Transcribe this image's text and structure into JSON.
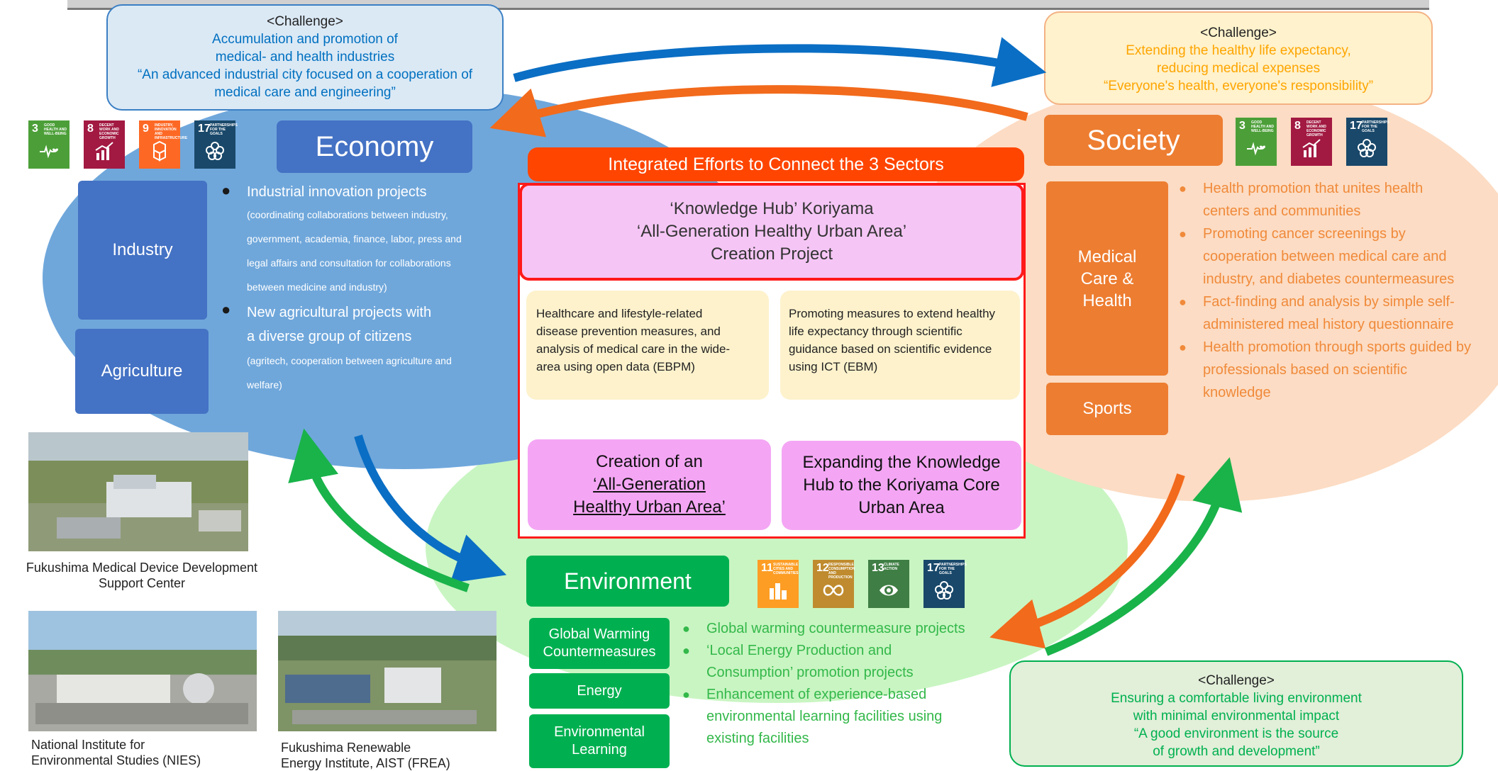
{
  "top_challenges": {
    "economy": {
      "title": "<Challenge>",
      "line1": "Accumulation and promotion of",
      "line2": "medical- and health industries",
      "line3": "“An advanced industrial city focused on a cooperation of",
      "line4": "medical care and engineering”"
    },
    "society": {
      "title": "<Challenge>",
      "line1": "Extending the healthy life expectancy,",
      "line2": "reducing medical expenses",
      "line3": "“Everyone's health, everyone's responsibility”"
    },
    "environment": {
      "title": "<Challenge>",
      "line1": "Ensuring a comfortable living environment",
      "line2": "with minimal environmental impact",
      "line3": "“A good environment is the source",
      "line4": "of growth and development”"
    }
  },
  "economy": {
    "title": "Economy",
    "industry_label": "Industry",
    "agriculture_label": "Agriculture",
    "bullet1_title": "Industrial innovation projects",
    "bullet1_detail_1": "(coordinating collaborations between industry,",
    "bullet1_detail_2": "government, academia, finance, labor, press and",
    "bullet1_detail_3": "legal affairs and consultation for collaborations",
    "bullet1_detail_4": "between medicine and industry)",
    "bullet2_title_1": "New agricultural projects with",
    "bullet2_title_2": "a diverse group of citizens",
    "bullet2_detail_1": "(agritech, cooperation between agriculture and",
    "bullet2_detail_2": "welfare)",
    "sdgs": [
      {
        "num": "3",
        "label": "GOOD HEALTH AND WELL-BEING",
        "color": "#4c9f38",
        "icon": "heartbeat-icon"
      },
      {
        "num": "8",
        "label": "DECENT WORK AND ECONOMIC GROWTH",
        "color": "#a21942",
        "icon": "growth-chart-icon"
      },
      {
        "num": "9",
        "label": "INDUSTRY, INNOVATION AND INFRASTRUCTURE",
        "color": "#fd6925",
        "icon": "cubes-icon"
      },
      {
        "num": "17",
        "label": "PARTNERSHIPS FOR THE GOALS",
        "color": "#19486a",
        "icon": "partnership-flower-icon"
      }
    ]
  },
  "society": {
    "title": "Society",
    "medical_label_1": "Medical",
    "medical_label_2": "Care &",
    "medical_label_3": "Health",
    "sports_label": "Sports",
    "bullets": [
      [
        "Health promotion that unites health",
        "centers and communities"
      ],
      [
        "Promoting cancer screenings by",
        "cooperation between medical care and",
        "industry,  and diabetes countermeasures"
      ],
      [
        "Fact-finding and analysis by simple self-",
        "administered meal history questionnaire"
      ],
      [
        "Health promotion through sports guided by",
        "professionals based on scientific",
        "knowledge"
      ]
    ],
    "sdgs": [
      {
        "num": "3",
        "label": "GOOD HEALTH AND WELL-BEING",
        "color": "#4c9f38",
        "icon": "heartbeat-icon"
      },
      {
        "num": "8",
        "label": "DECENT WORK AND ECONOMIC GROWTH",
        "color": "#a21942",
        "icon": "growth-chart-icon"
      },
      {
        "num": "17",
        "label": "PARTNERSHIPS FOR THE GOALS",
        "color": "#19486a",
        "icon": "partnership-flower-icon"
      }
    ]
  },
  "center": {
    "banner": "Integrated Efforts to Connect the 3 Sectors",
    "project_line1": "‘Knowledge Hub’ Koriyama",
    "project_line2": "‘All-Generation Healthy Urban Area’",
    "project_line3": "Creation Project",
    "left_card": [
      "Healthcare and lifestyle-related",
      "disease prevention measures, and",
      "analysis of medical care in the wide-",
      "area using open data (EBPM)"
    ],
    "right_card": [
      "Promoting measures to extend healthy",
      "life expectancy through scientific",
      "guidance based on scientific evidence",
      "using ICT (EBM)"
    ],
    "outcome_left_1": "Creation of an",
    "outcome_left_2": "‘All-Generation",
    "outcome_left_3": "Healthy Urban Area’",
    "outcome_right": [
      "Expanding the Knowledge",
      "Hub to the Koriyama Core",
      "Urban Area"
    ]
  },
  "environment": {
    "title": "Environment",
    "gw_label_1": "Global Warming",
    "gw_label_2": "Countermeasures",
    "energy_label": "Energy",
    "learning_label_1": "Environmental",
    "learning_label_2": "Learning",
    "bullets": [
      [
        "Global warming countermeasure projects"
      ],
      [
        "‘Local Energy Production and",
        "Consumption’ promotion projects"
      ],
      [
        "Enhancement of experience-based",
        "environmental learning facilities using",
        "existing facilities"
      ]
    ],
    "sdgs": [
      {
        "num": "11",
        "label": "SUSTAINABLE CITIES AND COMMUNITIES",
        "color": "#fd9d24",
        "icon": "city-icon"
      },
      {
        "num": "12",
        "label": "RESPONSIBLE CONSUMPTION AND PRODUCTION",
        "color": "#bf8b2e",
        "icon": "infinity-icon"
      },
      {
        "num": "13",
        "label": "CLIMATE ACTION",
        "color": "#3f7e44",
        "icon": "eye-globe-icon"
      },
      {
        "num": "17",
        "label": "PARTNERSHIPS FOR THE GOALS",
        "color": "#19486a",
        "icon": "partnership-flower-icon"
      }
    ]
  },
  "photos": {
    "photo1_caption_1": "Fukushima Medical Device Development",
    "photo1_caption_2": "Support Center",
    "photo2_caption_1": "National Institute for",
    "photo2_caption_2": "Environmental Studies (NIES)",
    "photo3_caption_1": "Fukushima Renewable",
    "photo3_caption_2": "Energy Institute, AIST (FREA)"
  },
  "colors": {
    "economy_blue": "#4472c4",
    "economy_ellipse": "#6ea6da",
    "society_orange": "#ed7d31",
    "society_ellipse": "#fcdcc2",
    "environment_green": "#00b050",
    "environment_ellipse": "#c8f4c0",
    "banner_red": "#ff4500",
    "challenge_text_blue": "#0070c0",
    "challenge_text_orange": "#ffa500",
    "challenge_text_green": "#00b050"
  }
}
